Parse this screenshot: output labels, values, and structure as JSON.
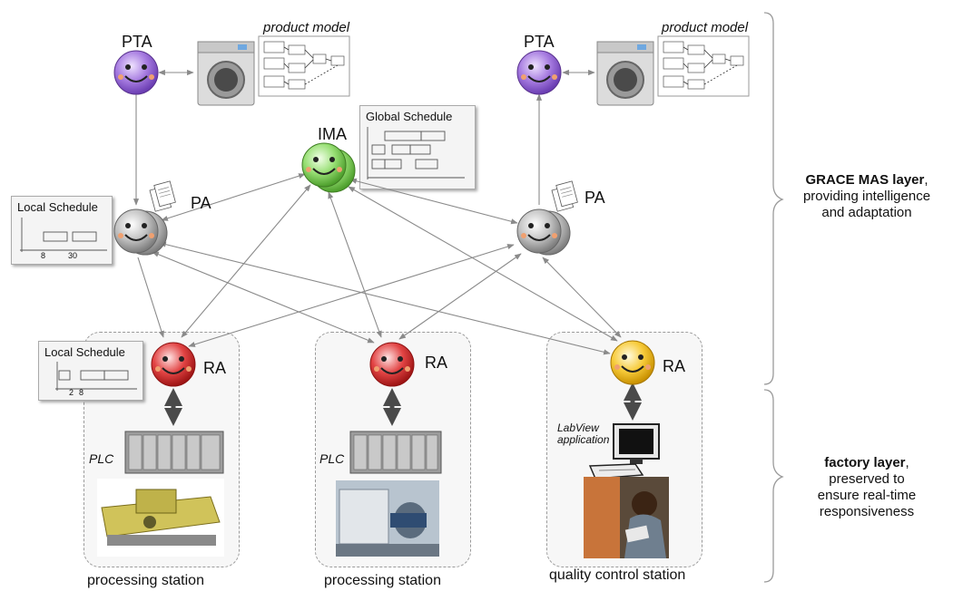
{
  "agents": {
    "pta_left": "PTA",
    "pta_right": "PTA",
    "ima": "IMA",
    "pa_left": "PA",
    "pa_right": "PA",
    "ra_1": "RA",
    "ra_2": "RA",
    "ra_3": "RA"
  },
  "product_model": {
    "left_title": "product model",
    "right_title": "product model"
  },
  "schedules": {
    "global_title": "Global Schedule",
    "local_pa_title": "Local Schedule",
    "local_pa_ticks": [
      "8",
      "30"
    ],
    "local_ra_title": "Local Schedule",
    "local_ra_ticks": [
      "2",
      "8"
    ]
  },
  "stations": {
    "station_1": "processing station",
    "station_2": "processing station",
    "station_3": "quality control station",
    "plc_1": "PLC",
    "plc_2": "PLC",
    "labview_line1": "LabView",
    "labview_line2": "application"
  },
  "layers": {
    "mas_bold": "GRACE MAS layer",
    "mas_comma": ",",
    "mas_line2": "providing intelligence",
    "mas_line3": "and adaptation",
    "factory_bold": "factory layer",
    "factory_comma": ",",
    "factory_line2": "preserved to",
    "factory_line3": "ensure real-time",
    "factory_line4": "responsiveness"
  },
  "colors": {
    "pta": "#9b6fd6",
    "ima": "#8fdc6a",
    "pa": "#b9b9b9",
    "ra_processing": "#e03a3a",
    "ra_quality": "#f5c12a",
    "arrow": "#8a8a8a"
  }
}
